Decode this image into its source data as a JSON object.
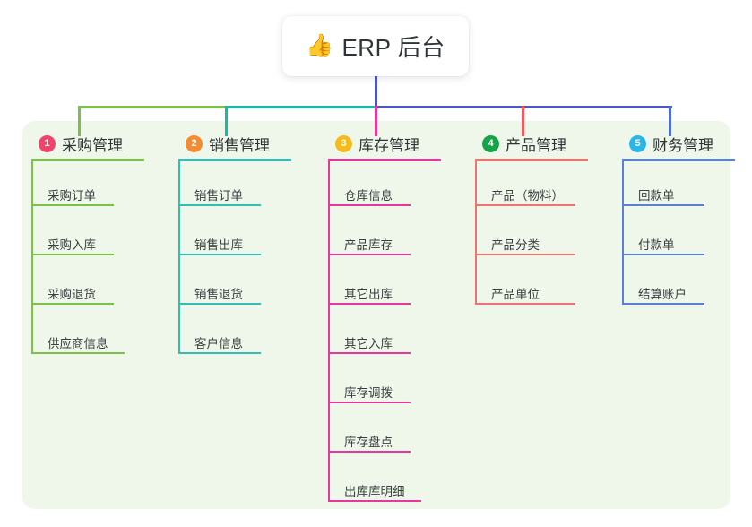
{
  "root": {
    "emoji": "👍",
    "icon_name": "thumbs-up-icon",
    "title": "ERP 后台"
  },
  "panel": {
    "background": "#eef7e9"
  },
  "connector": {
    "segments": [
      {
        "name": "connector-segment-green",
        "color": "#7cc04a"
      },
      {
        "name": "connector-segment-teal",
        "color": "#16b9ac"
      },
      {
        "name": "connector-segment-indigo",
        "color": "#4d57c4"
      }
    ],
    "drops": [
      {
        "name": "connector-drop-purchase",
        "color": "#7cc04a"
      },
      {
        "name": "connector-drop-sales",
        "color": "#16b9ac"
      },
      {
        "name": "connector-drop-inventory",
        "color": "#e8369b"
      },
      {
        "name": "connector-drop-product",
        "color": "#f2585c"
      },
      {
        "name": "connector-drop-finance",
        "color": "#4d6fd0"
      },
      {
        "name": "connector-drop-root",
        "color": "#4d57c4"
      }
    ]
  },
  "columns": [
    {
      "id": "purchase",
      "number": "1",
      "title": "采购管理",
      "badge_color": "#f0446b",
      "line_color": "#7cc04a",
      "items": [
        {
          "label": "采购订单"
        },
        {
          "label": "采购入库"
        },
        {
          "label": "采购退货"
        },
        {
          "label": "供应商信息"
        }
      ]
    },
    {
      "id": "sales",
      "number": "2",
      "title": "销售管理",
      "badge_color": "#f58a2e",
      "line_color": "#34bdb2",
      "items": [
        {
          "label": "销售订单"
        },
        {
          "label": "销售出库"
        },
        {
          "label": "销售退货"
        },
        {
          "label": "客户信息"
        }
      ]
    },
    {
      "id": "inventory",
      "number": "3",
      "title": "库存管理",
      "badge_color": "#f5bb1d",
      "line_color": "#e8369b",
      "items": [
        {
          "label": "仓库信息"
        },
        {
          "label": "产品库存"
        },
        {
          "label": "其它出库"
        },
        {
          "label": "其它入库"
        },
        {
          "label": "库存调拨"
        },
        {
          "label": "库存盘点"
        },
        {
          "label": "出库库明细"
        }
      ]
    },
    {
      "id": "product",
      "number": "4",
      "title": "产品管理",
      "badge_color": "#16a34a",
      "line_color": "#f2726f",
      "items": [
        {
          "label": "产品（物料）"
        },
        {
          "label": "产品分类"
        },
        {
          "label": "产品单位"
        }
      ]
    },
    {
      "id": "finance",
      "number": "5",
      "title": "财务管理",
      "badge_color": "#2cb5e8",
      "line_color": "#5b80d8",
      "items": [
        {
          "label": "回款单"
        },
        {
          "label": "付款单"
        },
        {
          "label": "结算账户"
        }
      ]
    }
  ]
}
